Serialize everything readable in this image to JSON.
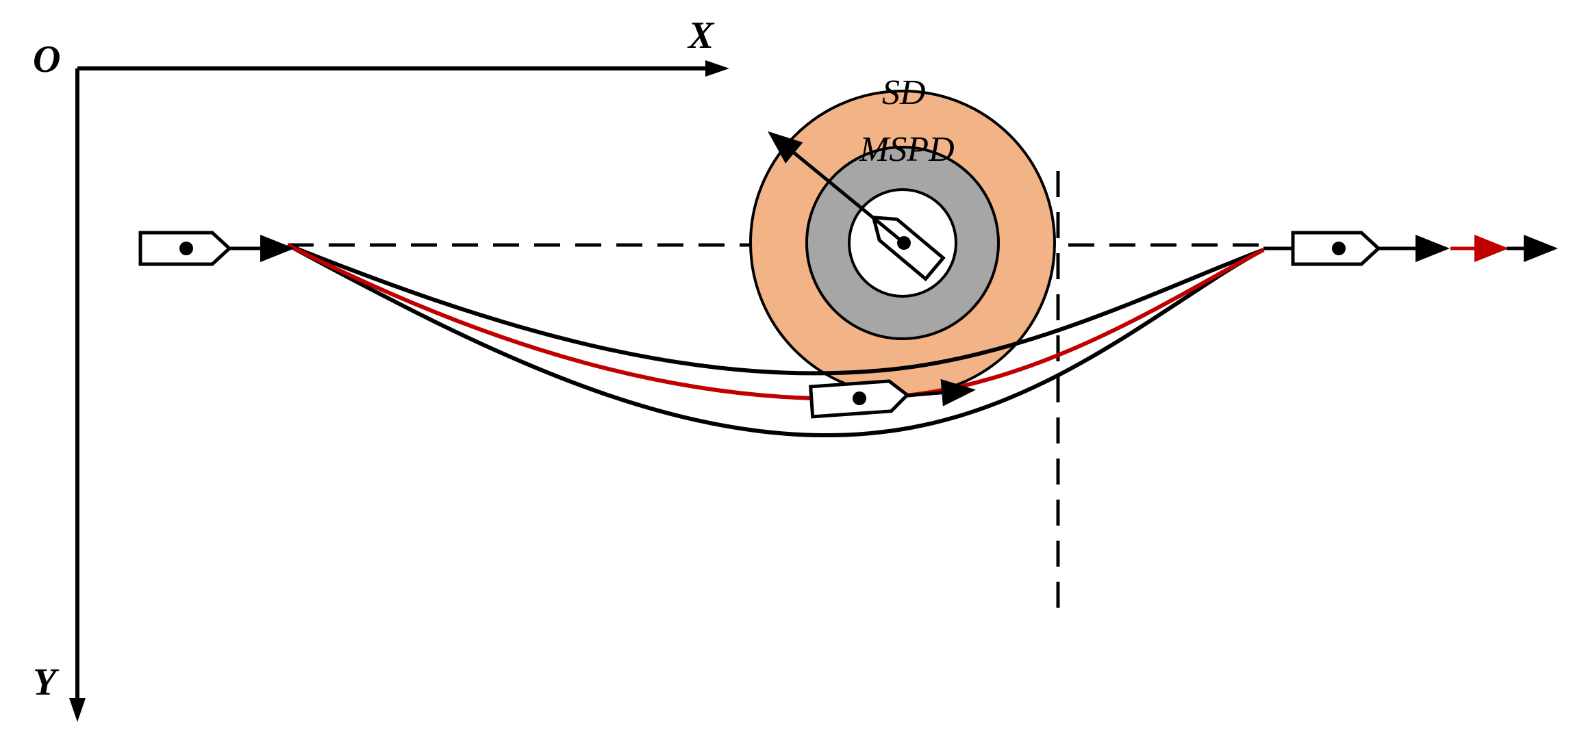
{
  "labels": {
    "origin": "O",
    "x_axis": "X",
    "y_axis": "Y",
    "sd": "SD",
    "mspd": "MSPD"
  },
  "colors": {
    "sd_fill": "#F2B487",
    "mspd_fill": "#A6A6A6",
    "inner_fill": "#FFFFFF",
    "optimal_path": "#C00000",
    "line": "#000000"
  }
}
